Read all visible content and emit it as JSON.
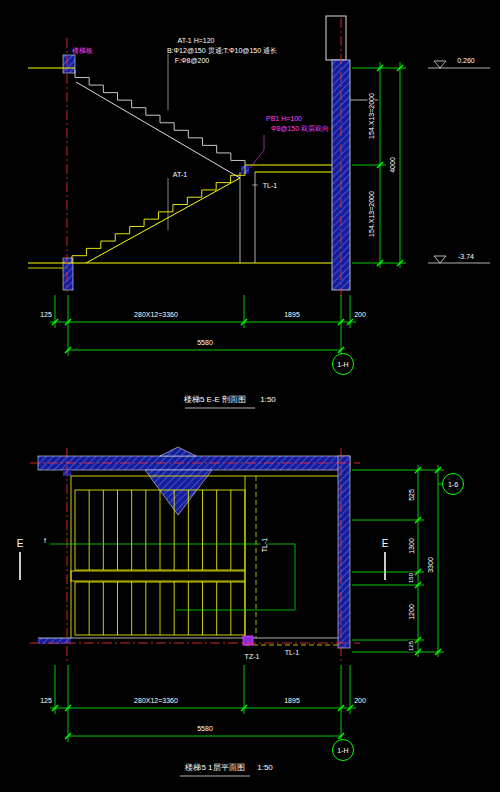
{
  "diagram": {
    "nodes": [
      {
        "text": [
          "1-H"
        ]
      },
      {
        "text": [
          "1-6"
        ]
      },
      {
        "text": [
          "1-H"
        ]
      }
    ],
    "labels": [
      "楼梯板",
      "AT-1 H=120",
      "B:Φ12@150 贯通;T:Φ10@150 通长",
      "F:Φ8@200",
      "PB1 H=100",
      "Φ8@150 双层双向",
      "AT-1",
      "TL-1",
      "0.260",
      "154.X13=2000",
      "154.X13=2000",
      "4000",
      "-3.74",
      "125",
      "280X12=3360",
      "1895",
      "200",
      "5580",
      "楼梯5 E-E 剖面图",
      "1:50",
      "E",
      "E",
      "f",
      "TL-1",
      "TL-1",
      "TZ-1",
      "525",
      "1300",
      "150",
      "1200",
      "125",
      "3300",
      "125",
      "280X12=3360",
      "1895",
      "200",
      "5580",
      "楼梯5 1层平面图",
      "1:50"
    ]
  }
}
